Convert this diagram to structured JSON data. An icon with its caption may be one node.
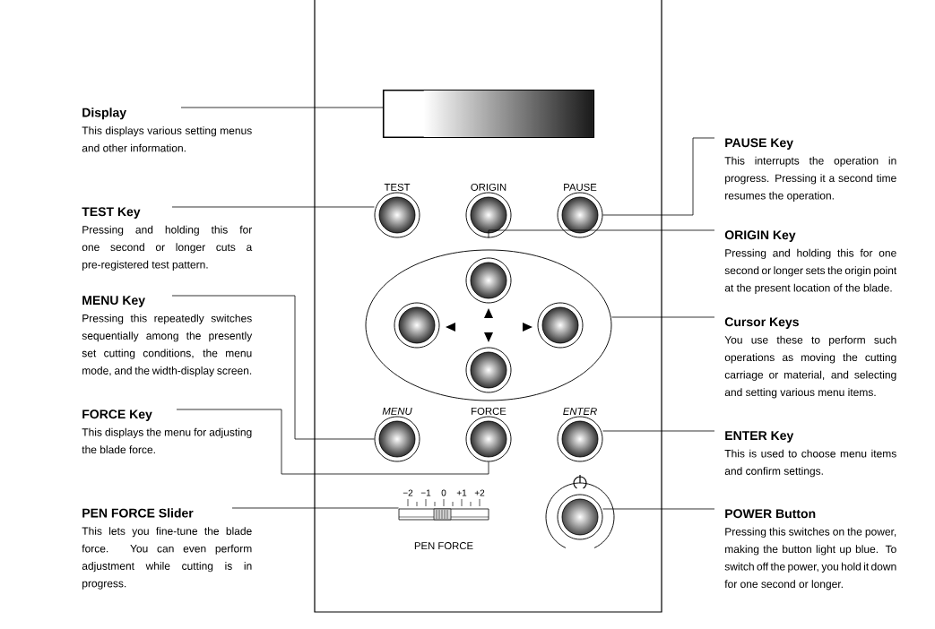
{
  "diagram": {
    "nodes": [
      {
        "text": [],
        "shape": "box"
      },
      {
        "text": [],
        "shape": "box",
        "in": 0
      },
      {
        "text": [
          "TEST"
        ],
        "in": 0
      },
      {
        "text": [
          "ORIGIN"
        ],
        "in": 0
      },
      {
        "text": [
          "PAUSE"
        ],
        "in": 0
      },
      {
        "text": [],
        "shape": "ellipse",
        "in": 0
      },
      {
        "text": [],
        "shape": "circle",
        "in": 5
      },
      {
        "text": [],
        "shape": "circle",
        "in": 5
      },
      {
        "text": [],
        "shape": "circle",
        "in": 5
      },
      {
        "text": [],
        "shape": "circle",
        "in": 5
      },
      {
        "text": [
          "MENU"
        ],
        "in": 0
      },
      {
        "text": [
          "FORCE"
        ],
        "in": 0
      },
      {
        "text": [
          "ENTER"
        ],
        "in": 0
      },
      {
        "text": [
          "PEN FORCE"
        ],
        "in": 0
      },
      {
        "text": [],
        "shape": "circle",
        "in": 0
      },
      {
        "text": [
          "Display",
          "This displays various setting menus and other information."
        ]
      },
      {
        "text": [
          "TEST Key",
          "Pressing and holding this for one second or longer cuts a pre-registered test pattern."
        ]
      },
      {
        "text": [
          "MENU Key",
          "Pressing this repeatedly switches sequentially among the presently set cutting conditions, the menu mode, and the width-display screen."
        ]
      },
      {
        "text": [
          "FORCE Key",
          "This displays the menu for adjusting the blade force."
        ]
      },
      {
        "text": [
          "PEN FORCE Slider",
          "This lets you fine-tune the blade force. You can even perform adjustment while cutting is in progress."
        ]
      },
      {
        "text": [
          "PAUSE Key",
          "This interrupts the operation in progress. Pressing it a second time resumes the operation."
        ]
      },
      {
        "text": [
          "ORIGIN Key",
          "Pressing and holding this for one second or longer sets the origin point at the present location of the blade."
        ]
      },
      {
        "text": [
          "Cursor Keys",
          "You use these to perform such operations as moving the cutting carriage or material, and selecting and setting various menu items."
        ]
      },
      {
        "text": [
          "ENTER Key",
          "This is used to choose menu items and confirm settings."
        ]
      },
      {
        "text": [
          "POWER Button",
          "Pressing this switches on the power, making the button light up blue. To switch off the power, you hold it down for one second or longer."
        ]
      }
    ],
    "edges": [
      {
        "from": 15,
        "to": 1,
        "arrow": "none"
      },
      {
        "from": 16,
        "to": 2,
        "arrow": "none"
      },
      {
        "from": 17,
        "to": 10,
        "arrow": "none"
      },
      {
        "from": 18,
        "to": 11,
        "arrow": "none"
      },
      {
        "from": 19,
        "to": 13,
        "arrow": "none"
      },
      {
        "from": 20,
        "to": 4,
        "arrow": "none"
      },
      {
        "from": 21,
        "to": 3,
        "arrow": "none"
      },
      {
        "from": 22,
        "to": 5,
        "arrow": "none"
      },
      {
        "from": 23,
        "to": 12,
        "arrow": "none"
      },
      {
        "from": 24,
        "to": 14,
        "arrow": "none"
      }
    ],
    "labels": [
      "−2",
      "−1",
      "0",
      "+1",
      "+2"
    ]
  }
}
